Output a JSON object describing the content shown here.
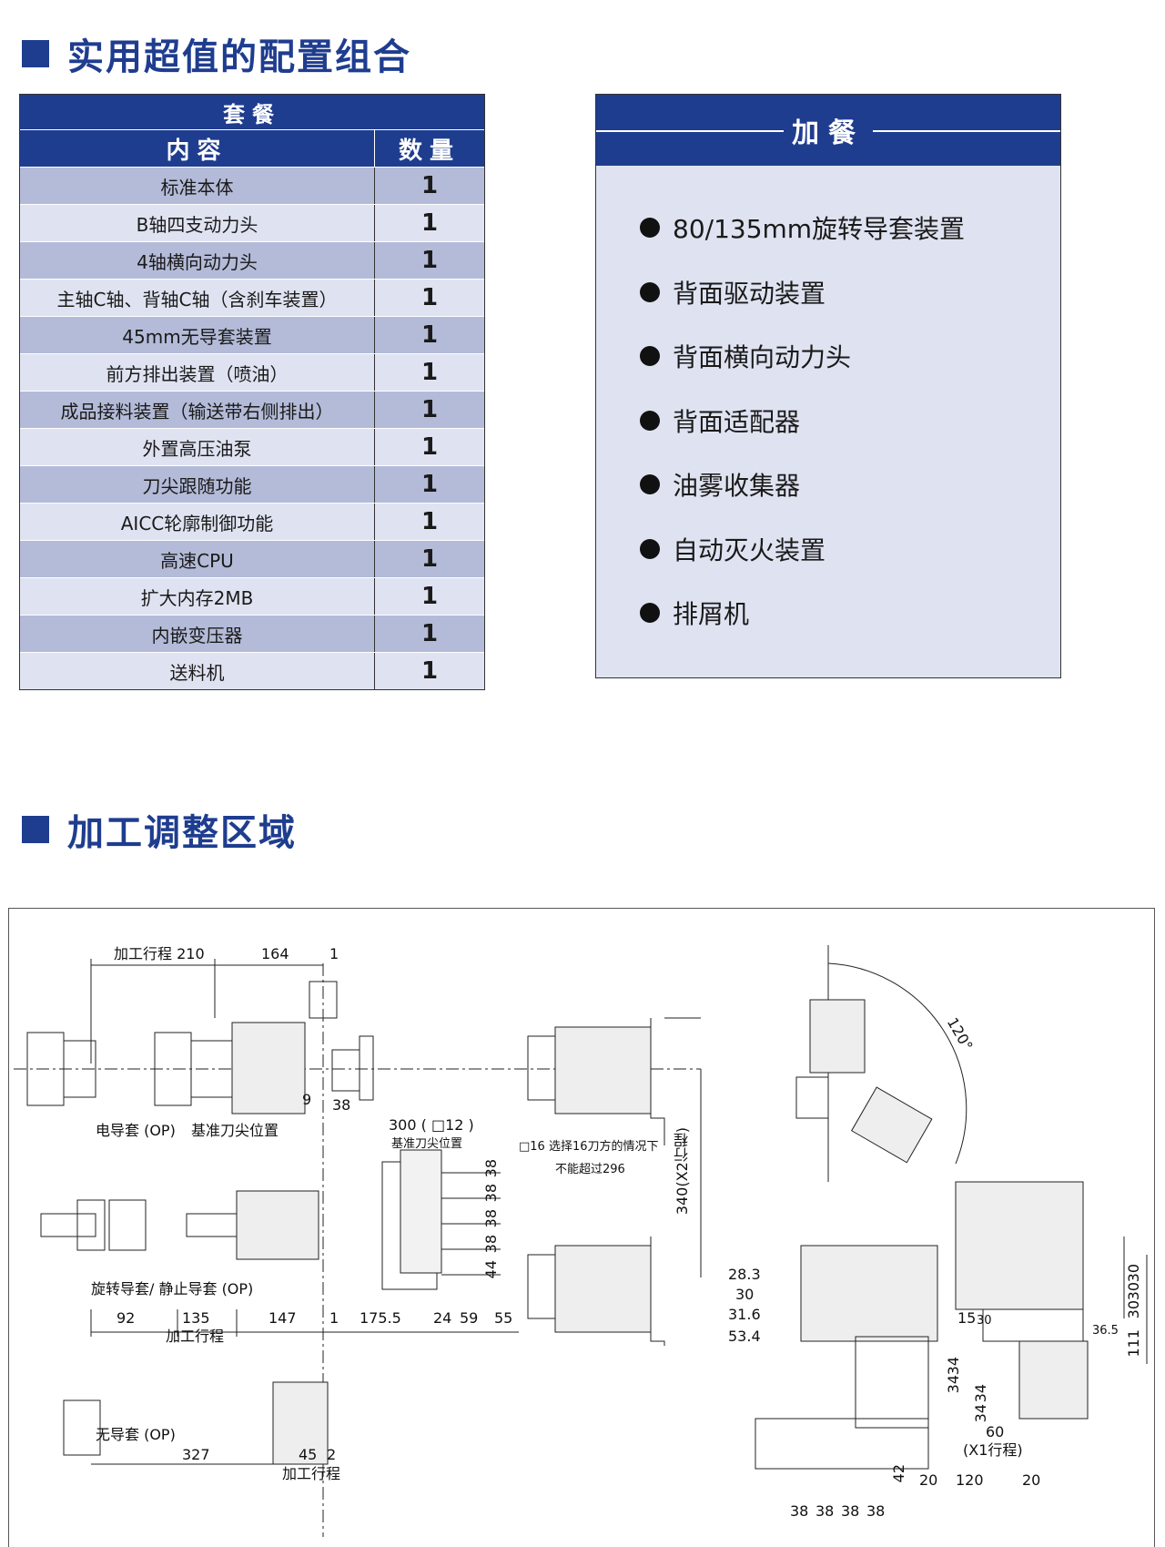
{
  "sections": {
    "config_title": "实用超值的配置组合",
    "adjust_title": "加工调整区域"
  },
  "package": {
    "title": "套餐",
    "col_content": "内容",
    "col_qty": "数量",
    "rows": [
      {
        "item": "标准本体",
        "qty": "1"
      },
      {
        "item": "B轴四支动力头",
        "qty": "1"
      },
      {
        "item": "4轴横向动力头",
        "qty": "1"
      },
      {
        "item": "主轴C轴、背轴C轴（含刹车装置）",
        "qty": "1"
      },
      {
        "item": "45mm无导套装置",
        "qty": "1"
      },
      {
        "item": "前方排出装置（喷油）",
        "qty": "1"
      },
      {
        "item": "成品接料装置（输送带右侧排出）",
        "qty": "1"
      },
      {
        "item": "外置高压油泵",
        "qty": "1"
      },
      {
        "item": "刀尖跟随功能",
        "qty": "1"
      },
      {
        "item": "AICC轮廓制御功能",
        "qty": "1"
      },
      {
        "item": "高速CPU",
        "qty": "1"
      },
      {
        "item": "扩大内存2MB",
        "qty": "1"
      },
      {
        "item": "内嵌变压器",
        "qty": "1"
      },
      {
        "item": "送料机",
        "qty": "1"
      }
    ]
  },
  "addon": {
    "title": "加餐",
    "items": [
      "80/135mm旋转导套装置",
      "背面驱动装置",
      "背面横向动力头",
      "背面适配器",
      "油雾收集器",
      "自动灭火装置",
      "排屑机"
    ]
  },
  "drawing": {
    "labels": {
      "stroke_210": "加工行程 210",
      "d164": "164",
      "d1_top": "1",
      "d9": "9",
      "d38_top": "38",
      "guide_op": "电导套 (OP)",
      "tool_tip": "基准刀尖位置",
      "d300": "300 ( □12 )",
      "tool_tip_small": "基准刀尖位置",
      "sel16": "□16  选择16刀方的情况下",
      "max296": "不能超过296",
      "x2": "340(X2行程)",
      "rot_guide": "旋转导套/ 静止导套 (OP)",
      "d92": "92",
      "d135": "135",
      "d147": "147",
      "d1_mid": "1",
      "d175": "175.5",
      "d24": "24",
      "d59": "59",
      "d55": "55",
      "stroke_mid": "加工行程",
      "v38_1": "38",
      "v38_2": "38",
      "v38_3": "38",
      "v38_4": "38",
      "v44": "44",
      "no_guide": "无导套 (OP)",
      "d327": "327",
      "d45": "45",
      "d2": "2",
      "stroke_bot": "加工行程",
      "angle": "120°",
      "d28_3": "28.3",
      "d30": "30",
      "d31_6": "31.6",
      "d53_4": "53.4",
      "d15": "15",
      "d30b": "30",
      "d36_5": "36.5",
      "d111": "111",
      "v30a": "30",
      "v30b": "30",
      "v30c": "30",
      "v34a": "34",
      "v34b": "34",
      "v34c": "34",
      "v34d": "34",
      "d60": "60",
      "x1": "(X1行程)",
      "d42": "42",
      "d20a": "20",
      "d120": "120",
      "d20b": "20",
      "b38_1": "38",
      "b38_2": "38",
      "b38_3": "38",
      "b38_4": "38"
    }
  }
}
